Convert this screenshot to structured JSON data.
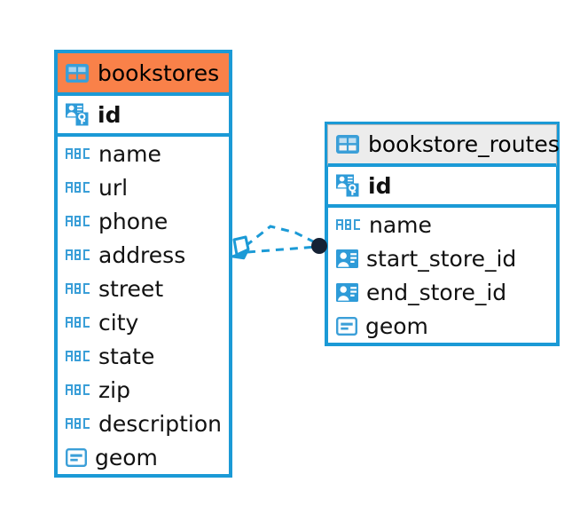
{
  "diagram": {
    "type": "entity-relationship-diagram",
    "background_color": "#ffffff",
    "accent_color": "#1b9ad6",
    "highlight_color": "#f98149",
    "header_gray": "#ececec"
  },
  "entities": [
    {
      "name": "bookstores",
      "header_icon": "table-icon",
      "header_color": "#f98149",
      "selected": true,
      "primary_key": {
        "label": "id",
        "icon": "primary-key-icon"
      },
      "fields": [
        {
          "label": "name",
          "icon": "abc-text-icon"
        },
        {
          "label": "url",
          "icon": "abc-text-icon"
        },
        {
          "label": "phone",
          "icon": "abc-text-icon"
        },
        {
          "label": "address",
          "icon": "abc-text-icon"
        },
        {
          "label": "street",
          "icon": "abc-text-icon"
        },
        {
          "label": "city",
          "icon": "abc-text-icon"
        },
        {
          "label": "state",
          "icon": "abc-text-icon"
        },
        {
          "label": "zip",
          "icon": "abc-text-icon"
        },
        {
          "label": "description",
          "icon": "abc-text-icon"
        },
        {
          "label": "geom",
          "icon": "geometry-icon"
        }
      ]
    },
    {
      "name": "bookstore_routes",
      "header_icon": "table-icon",
      "header_color": "#ececec",
      "selected": false,
      "primary_key": {
        "label": "id",
        "icon": "primary-key-icon"
      },
      "fields": [
        {
          "label": "name",
          "icon": "abc-text-icon"
        },
        {
          "label": "start_store_id",
          "icon": "foreign-key-icon"
        },
        {
          "label": "end_store_id",
          "icon": "foreign-key-icon"
        },
        {
          "label": "geom",
          "icon": "geometry-icon"
        }
      ]
    }
  ],
  "relationships": [
    {
      "from_entity": "bookstores",
      "to_entity": "bookstore_routes",
      "from_marker": "diamond-marker",
      "to_marker": "filled-circle-marker",
      "line_style": "dashed",
      "line_color": "#1b9ad6",
      "marker_color": "#152235",
      "paths": 2
    }
  ]
}
